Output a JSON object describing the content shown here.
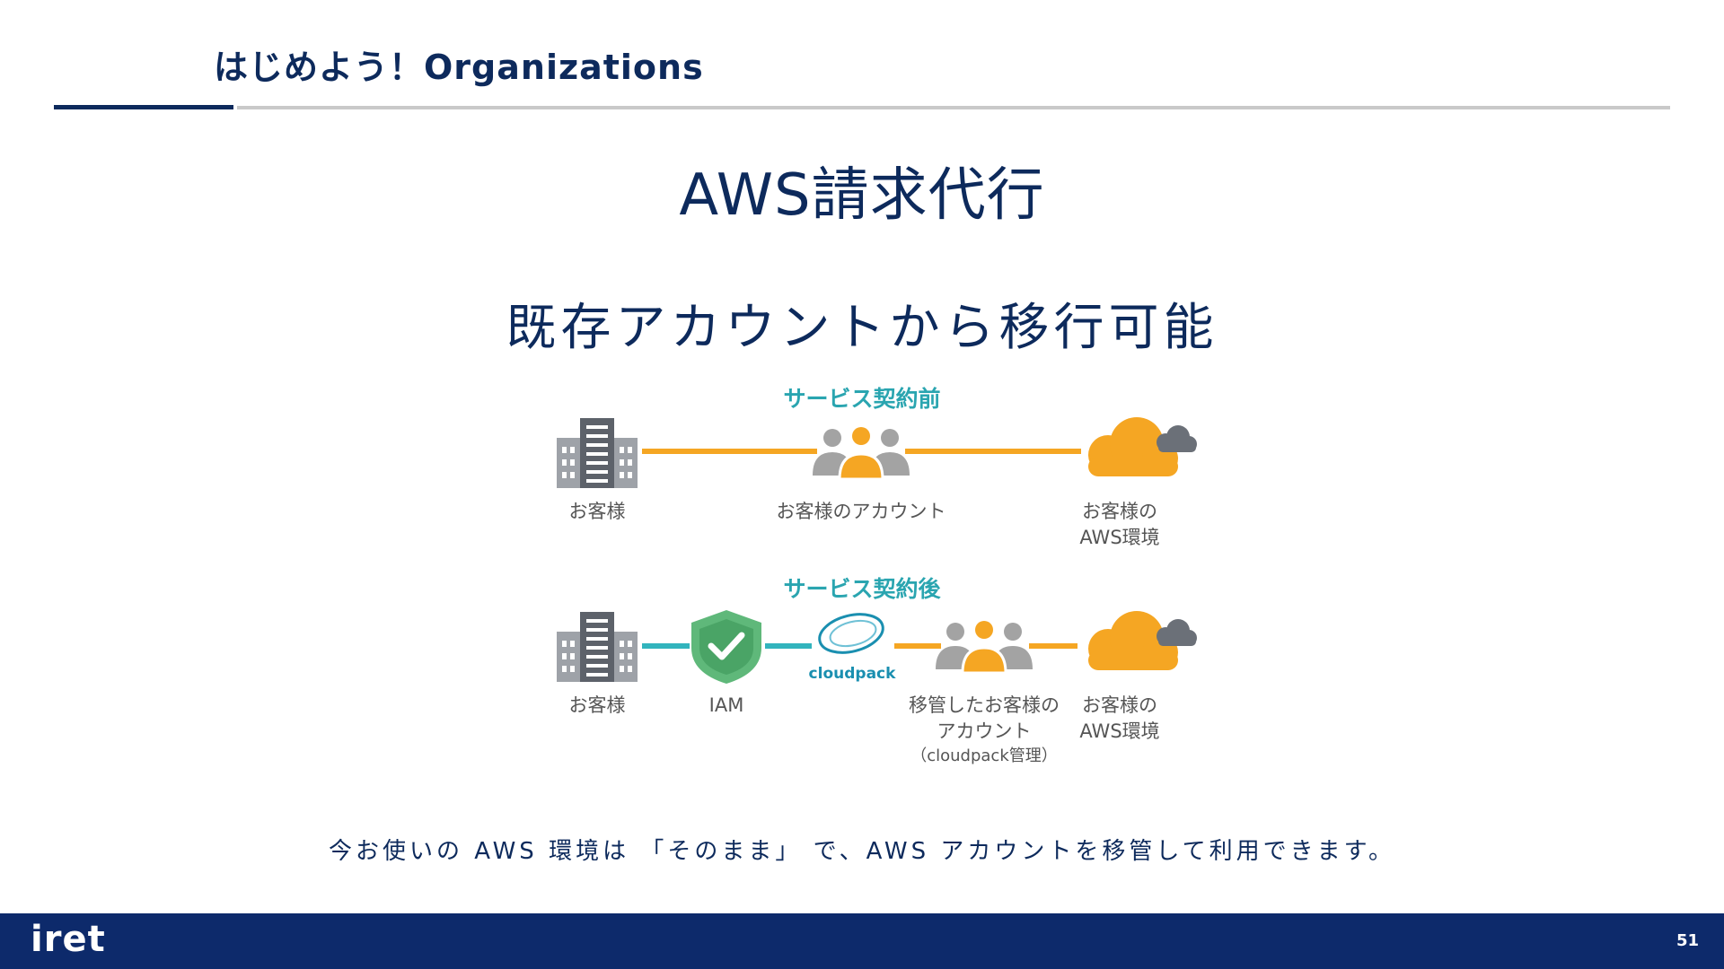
{
  "header": {
    "title": "はじめよう！Organizations"
  },
  "main": {
    "title": "AWS請求代行",
    "subtitle": "既存アカウントから移行可能",
    "caption": "今お使いの AWS 環境は 「そのまま」 で、AWS アカウントを移管して利用できます。"
  },
  "diagram": {
    "before": {
      "heading": "サービス契約前",
      "customer_label": "お客様",
      "account_label": "お客様のアカウント",
      "aws_label_line1": "お客様の",
      "aws_label_line2": "AWS環境"
    },
    "after": {
      "heading": "サービス契約後",
      "customer_label": "お客様",
      "iam_label": "IAM",
      "cloudpack_logo_text": "cloudpack",
      "account_label_line1": "移管したお客様の",
      "account_label_line2": "アカウント",
      "account_label_line3": "（cloudpack管理）",
      "aws_label_line1": "お客様の",
      "aws_label_line2": "AWS環境"
    },
    "colors": {
      "heading": "#2aa5b0",
      "orange": "#f5a623",
      "teal": "#32b4bd",
      "shield": "#5fb87a",
      "building": "#6b7078",
      "person_gray": "#9a9a9a",
      "label": "#555555"
    }
  },
  "footer": {
    "logo": "iret",
    "page_number": "51"
  }
}
